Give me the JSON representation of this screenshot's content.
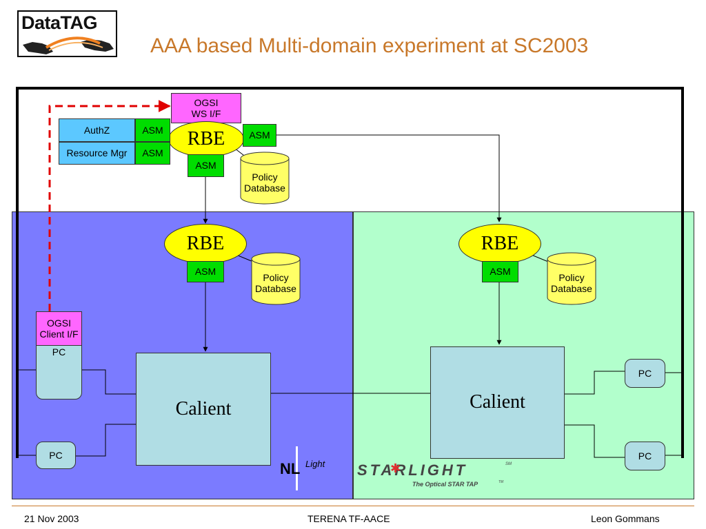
{
  "slide": {
    "title": "AAA based Multi-domain experiment at SC2003",
    "logo_text": "DataTAG"
  },
  "top_domain": {
    "ogsi_ws": "OGSI\nWS I/F",
    "rbe": "RBE",
    "asm_right": "ASM",
    "asm_bottom": "ASM",
    "authz": "AuthZ",
    "authz_asm": "ASM",
    "resource_mgr": "Resource Mgr",
    "resource_asm": "ASM",
    "policy_db": "Policy\nDatabase"
  },
  "left_domain": {
    "rbe": "RBE",
    "asm": "ASM",
    "policy_db": "Policy\nDatabase",
    "ogsi_client": "OGSI\nClient I/F",
    "pc_top": "PC",
    "pc_bottom": "PC",
    "calient": "Calient",
    "logo_nl": "NL",
    "logo_light": "Light"
  },
  "right_domain": {
    "rbe": "RBE",
    "asm": "ASM",
    "policy_db": "Policy\nDatabase",
    "pc_top": "PC",
    "pc_bottom": "PC",
    "calient": "Calient",
    "logo_starlight": "STARLIGHT",
    "logo_sm": "SM",
    "logo_tagline": "The Optical STAR TAP",
    "logo_tm": "TM"
  },
  "footer": {
    "date": "21 Nov 2003",
    "event": "TERENA TF-AACE",
    "author": "Leon Gommans"
  },
  "colors": {
    "title": "#c8782a",
    "left_region": "#7b7bff",
    "right_region": "#b2ffcc",
    "ogsi": "#ff66ff",
    "asm": "#00dd00",
    "rbe": "#ffff00",
    "policy_db": "#ffff66",
    "dashed_link": "#e00000"
  }
}
